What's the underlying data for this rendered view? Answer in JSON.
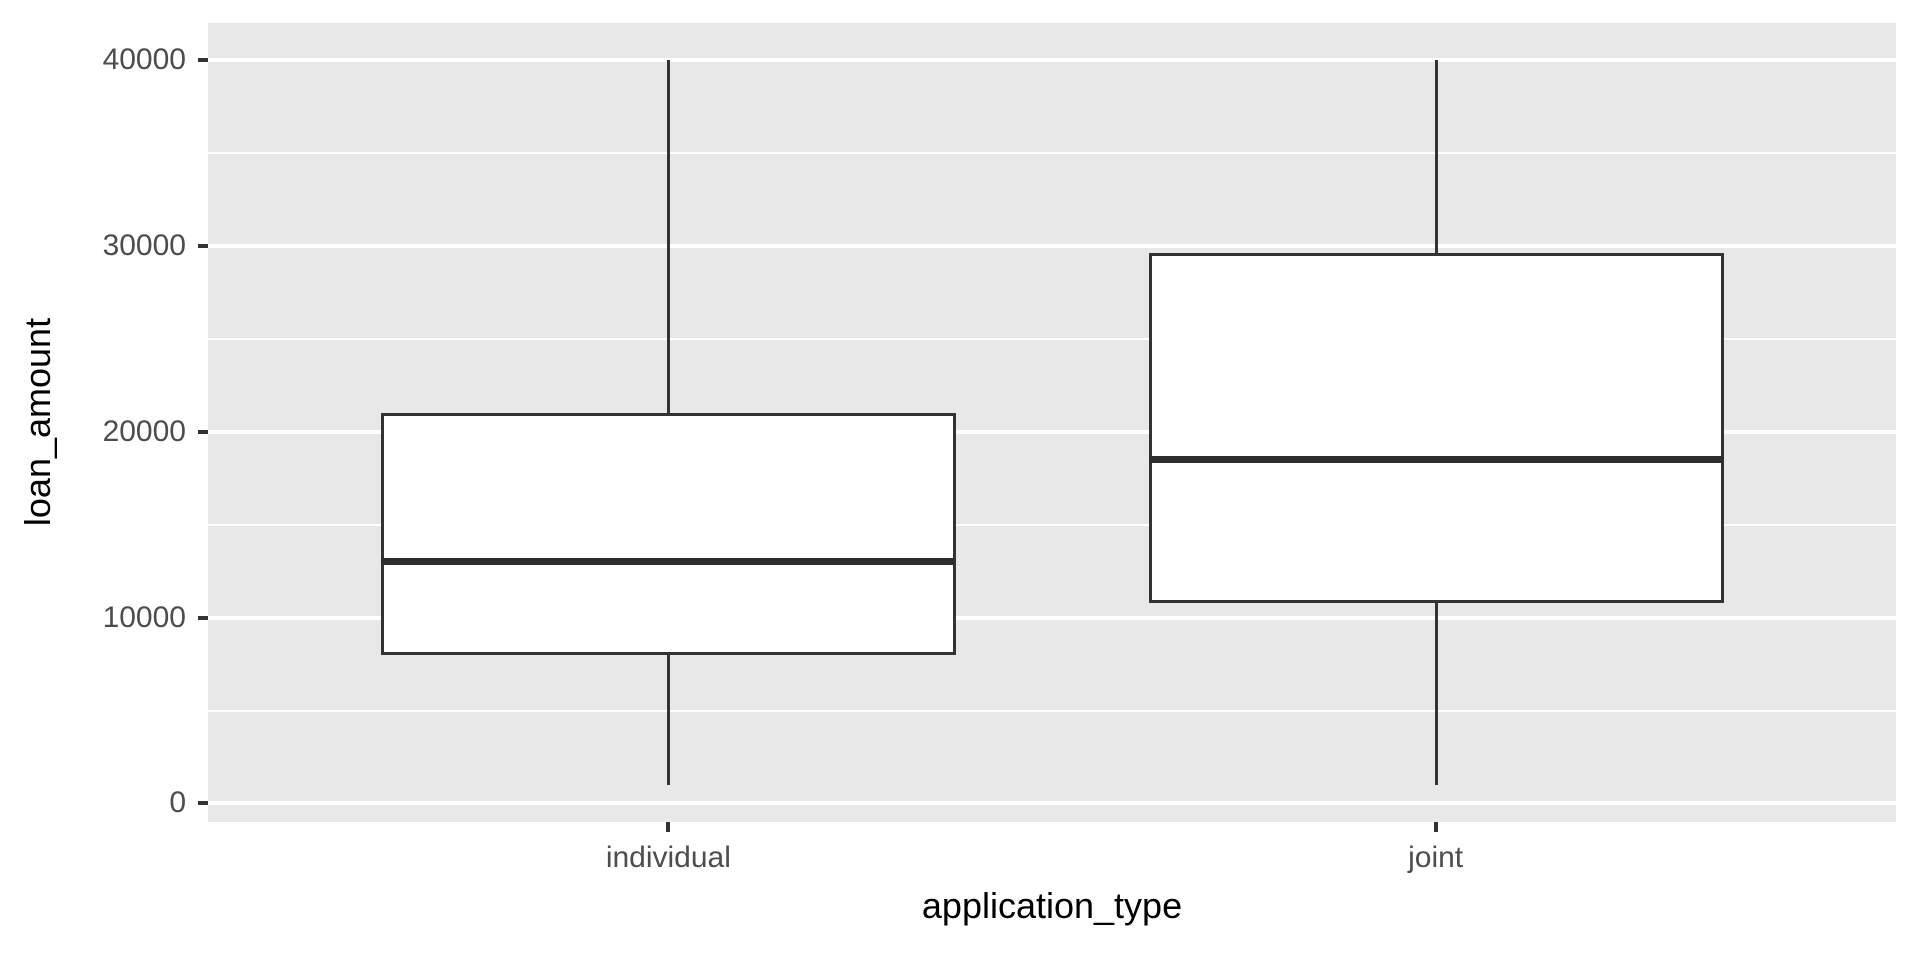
{
  "chart_data": {
    "type": "boxplot",
    "title": "",
    "xlabel": "application_type",
    "ylabel": "loan_amount",
    "categories": [
      "individual",
      "joint"
    ],
    "series": [
      {
        "name": "individual",
        "whisker_min": 1000,
        "q1": 8000,
        "median": 13000,
        "q3": 21000,
        "whisker_max": 40000
      },
      {
        "name": "joint",
        "whisker_min": 1000,
        "q1": 10800,
        "median": 18500,
        "q3": 29600,
        "whisker_max": 40000
      }
    ],
    "ylim": [
      -1000,
      42000
    ],
    "yticks": [
      0,
      10000,
      20000,
      30000,
      40000
    ],
    "ytick_labels": [
      "0",
      "10000",
      "20000",
      "30000",
      "40000"
    ],
    "yticks_minor": [
      5000,
      15000,
      25000,
      35000
    ],
    "grid": "major-minor-horizontal",
    "legend": "none",
    "style": {
      "panel_bg": "#e8e8e8",
      "grid_color": "#ffffff",
      "box_fill": "#ffffff",
      "box_stroke": "#333333",
      "median_color": "#2e2e2e",
      "axis_text_color": "#4d4d4d",
      "axis_title_color": "#000000",
      "tick_color": "#333333"
    }
  }
}
